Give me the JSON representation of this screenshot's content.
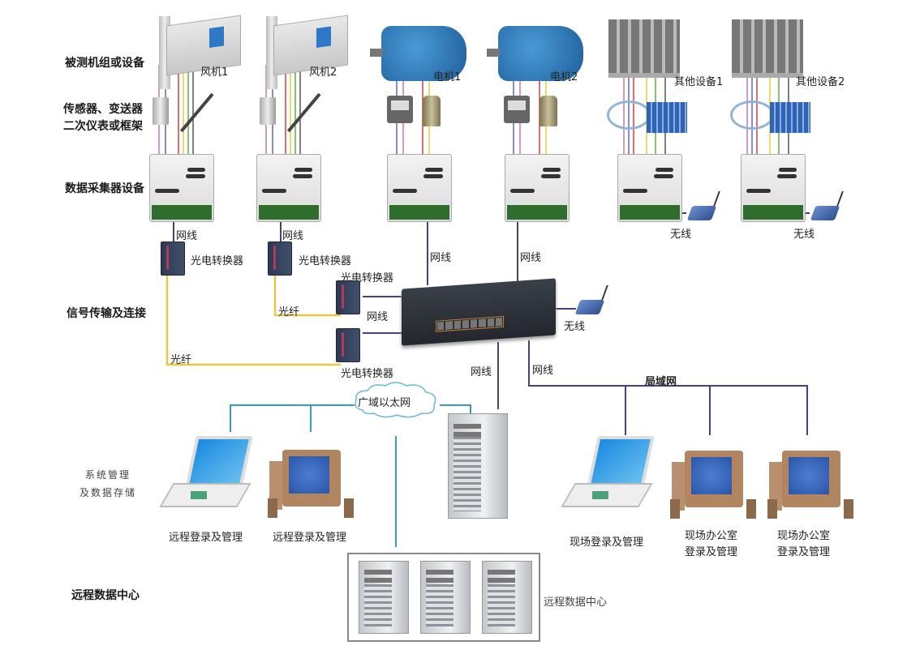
{
  "row_labels": {
    "tested_equipment": "被测机组或设备",
    "sensors_line1": "传感器、变送器",
    "sensors_line2": "二次仪表或框架",
    "collector": "数据采集器设备",
    "signal": "信号传输及连接",
    "system_mgmt_line1": "系统管理",
    "system_mgmt_line2": "及数据存储",
    "remote_dc": "远程数据中心"
  },
  "equipment": {
    "turbine1": "风机1",
    "turbine2": "风机2",
    "motor1": "电机1",
    "motor2": "电机2",
    "other1": "其他设备1",
    "other2": "其他设备2"
  },
  "links": {
    "cable": "网线",
    "fiber": "光纤",
    "wireless": "无线",
    "converter": "光电转换器",
    "wan": "广域以太网",
    "lan": "局域网"
  },
  "terminals": {
    "remote1": "远程登录及管理",
    "remote2": "远程登录及管理",
    "onsite": "现场登录及管理",
    "office1_line1": "现场办公室",
    "office1_line2": "登录及管理",
    "office2_line1": "现场办公室",
    "office2_line2": "登录及管理"
  },
  "datacenter_label": "远程数据中心",
  "colors": {
    "cable": "#4a3f7a",
    "fiber": "#e8c840",
    "wan": "#3a9ac0",
    "lan": "#3d3a6e"
  }
}
